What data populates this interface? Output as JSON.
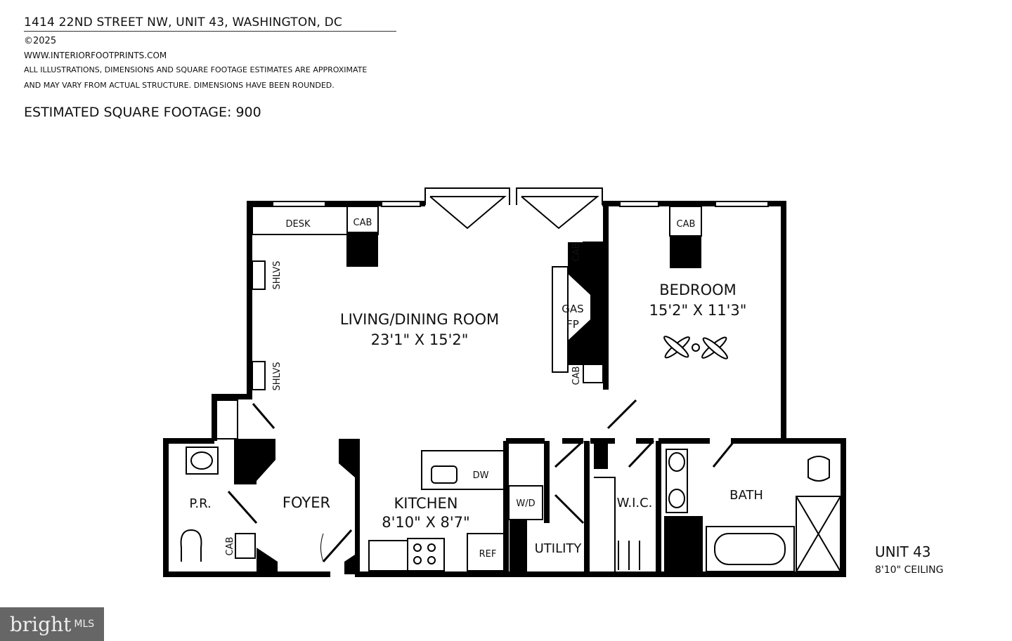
{
  "header": {
    "address": "1414 22ND STREET NW, UNIT 43, WASHINGTON, DC",
    "copyright": "©2025",
    "website": "WWW.INTERIORFOOTPRINTS.COM",
    "disclaimer_line1": "ALL ILLUSTRATIONS, DIMENSIONS AND SQUARE FOOTAGE ESTIMATES ARE APPROXIMATE",
    "disclaimer_line2": "AND MAY VARY FROM ACTUAL STRUCTURE. DIMENSIONS HAVE BEEN ROUNDED.",
    "square_footage": "ESTIMATED SQUARE FOOTAGE: 900"
  },
  "rooms": {
    "living_name": "LIVING/DINING ROOM",
    "living_dim": "23'1\" X 15'2\"",
    "bedroom_name": "BEDROOM",
    "bedroom_dim": "15'2\" X 11'3\"",
    "kitchen_name": "KITCHEN",
    "kitchen_dim": "8'10\" X 8'7\"",
    "foyer": "FOYER",
    "powder": "P.R.",
    "bath": "BATH",
    "wic": "W.I.C.",
    "utility": "UTILITY"
  },
  "fixtures": {
    "desk": "DESK",
    "cab": "CAB",
    "shlvs": "SHLVS",
    "gas": "GAS",
    "fp": "FP",
    "dw": "DW",
    "wd": "W/D",
    "ref": "REF"
  },
  "unit": {
    "name": "UNIT 43",
    "ceiling": "8'10\" CEILING"
  },
  "logo": {
    "brand": "bright",
    "suffix": "MLS"
  }
}
